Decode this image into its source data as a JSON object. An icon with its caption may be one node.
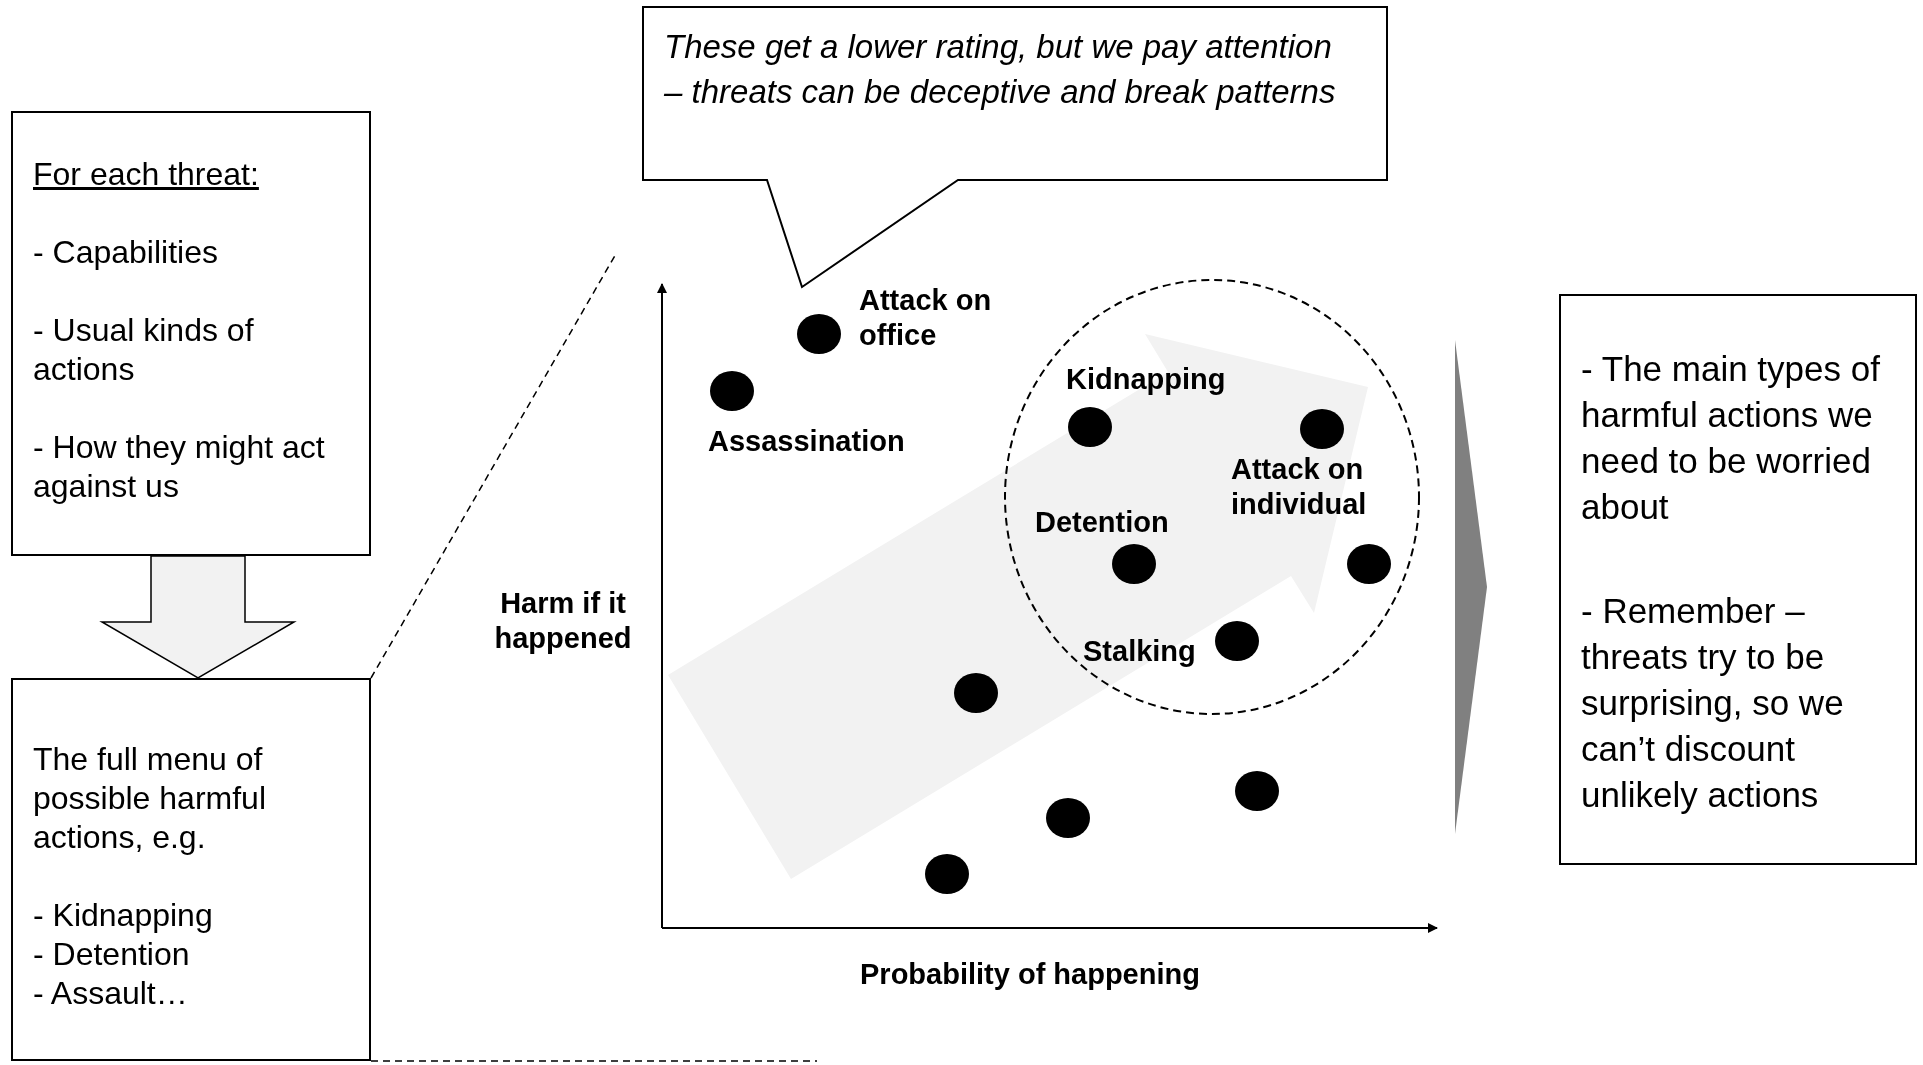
{
  "diagram": {
    "nodes": [
      {
        "text": [
          "For each threat:",
          "- Capabilities",
          "- Usual kinds of actions",
          "- How they might act against us"
        ]
      },
      {
        "text": [
          "The full menu of possible harmful actions, e.g.",
          "- Kidnapping",
          "- Detention",
          "- Assault…"
        ]
      },
      {
        "text": [
          "These get a lower rating, but we pay attention – threats can be deceptive and break patterns"
        ]
      },
      {
        "text": [
          "- The main types of harmful actions we need to be worried about",
          "- Remember – threats try to be surprising, so we can’t discount unlikely actions"
        ]
      },
      {
        "text": [],
        "shape": "triangle"
      }
    ],
    "edges": [
      {
        "from": 0,
        "to": 1,
        "arrow": "to"
      }
    ],
    "labels": [
      "Attack on office",
      "Assassination",
      "Kidnapping",
      "Attack on individual",
      "Detention",
      "Stalking",
      "Harm if it happened",
      "Probability of happening"
    ]
  }
}
